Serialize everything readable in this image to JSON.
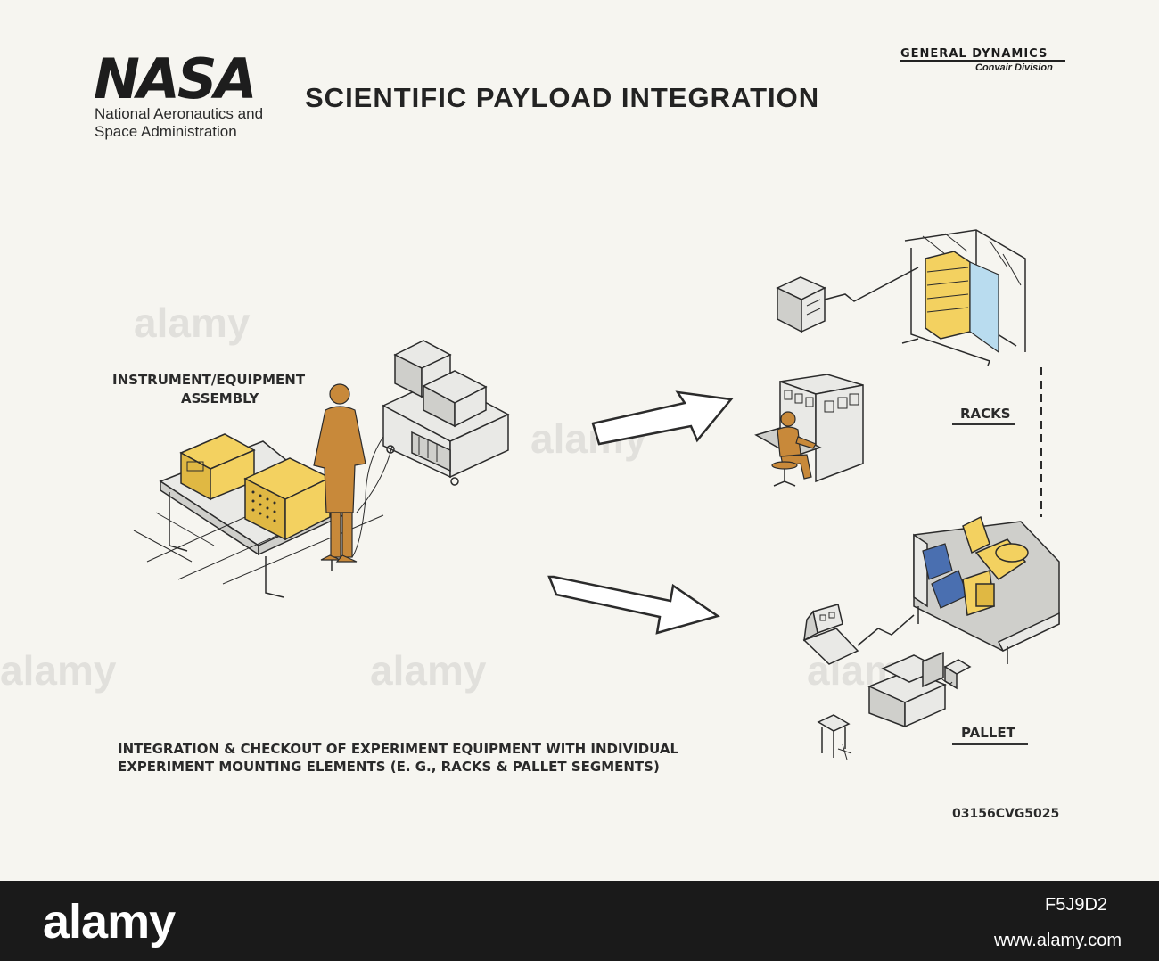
{
  "header": {
    "logo": "NASA",
    "agency_line1": "National Aeronautics and",
    "agency_line2": "Space Administration",
    "title": "SCIENTIFIC PAYLOAD INTEGRATION",
    "contractor": "GENERAL DYNAMICS",
    "division": "Convair Division"
  },
  "diagram": {
    "assembly_label_line1": "INSTRUMENT/EQUIPMENT",
    "assembly_label_line2": "ASSEMBLY",
    "racks_label": "RACKS",
    "pallet_label": "PALLET",
    "icons": [
      "workbench",
      "technician",
      "test-equipment-cart",
      "arrow-to-racks",
      "arrow-to-pallet",
      "control-console",
      "seated-operator",
      "equipment-cabinet",
      "experiment-rack",
      "pallet-segment",
      "ground-console",
      "support-equipment"
    ],
    "colors": {
      "equipment": "#f3d160",
      "personnel": "#c8893a",
      "outline": "#2b2b2b",
      "panel": "#b9dcef"
    }
  },
  "caption": {
    "line1": "INTEGRATION & CHECKOUT OF EXPERIMENT EQUIPMENT WITH INDIVIDUAL",
    "line2": "EXPERIMENT MOUNTING ELEMENTS (E. G., RACKS & PALLET SEGMENTS)"
  },
  "reference_code": "03156CVG5025",
  "watermark": {
    "brand": "alamy",
    "image_id": "F5J9D2",
    "url": "www.alamy.com"
  }
}
